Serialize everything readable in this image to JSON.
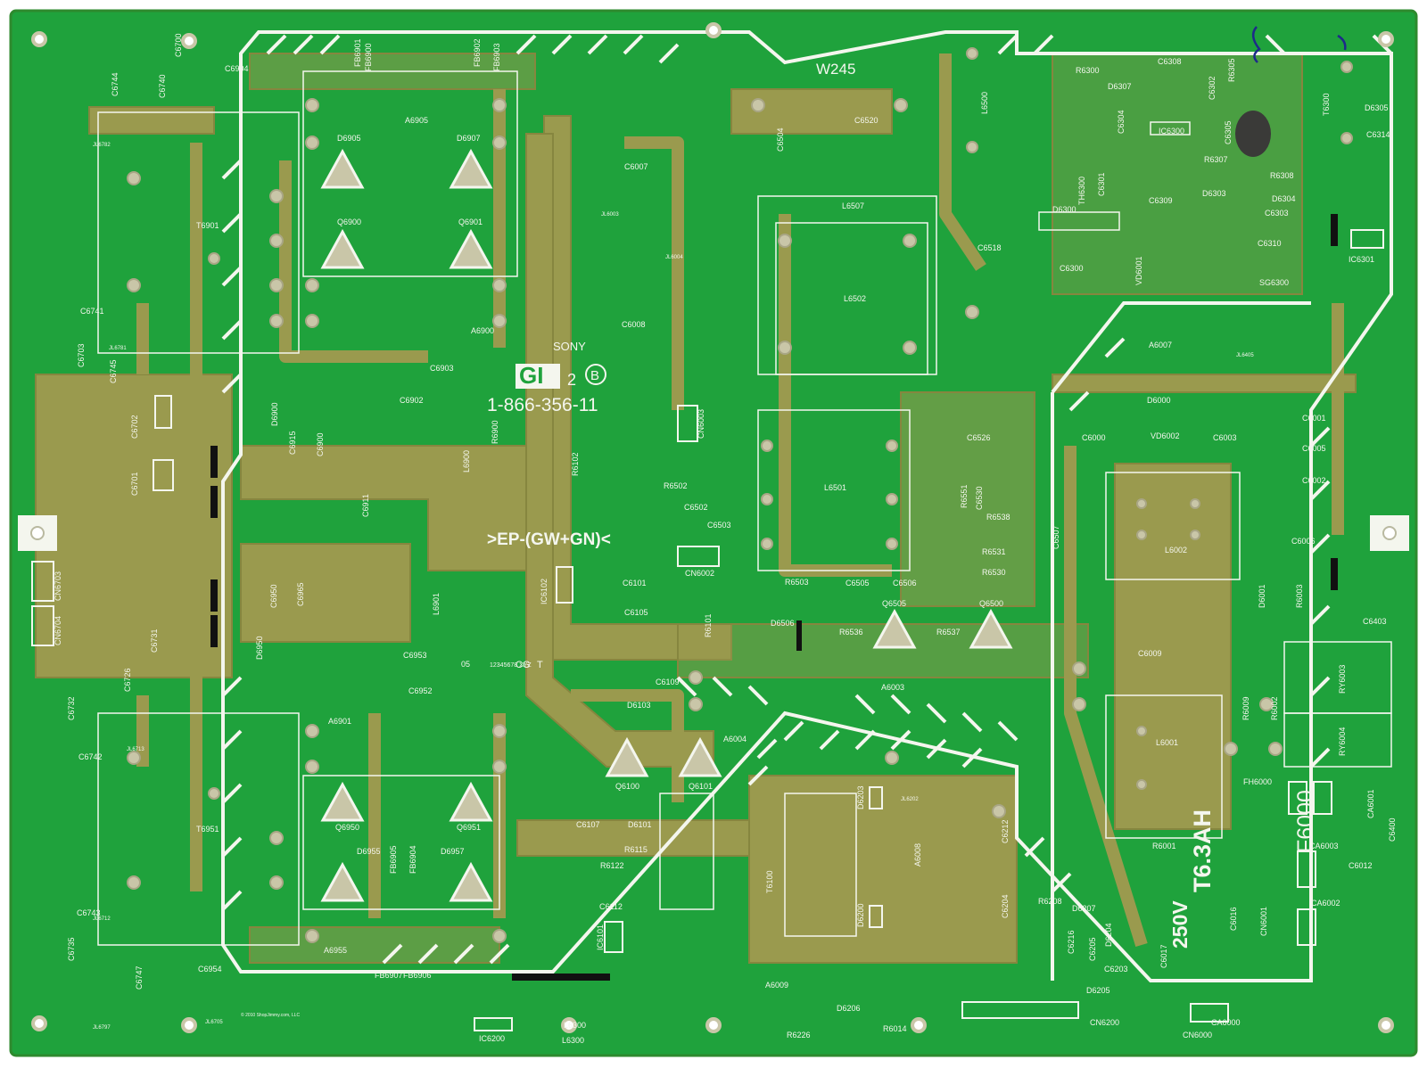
{
  "colors": {
    "board_green": "#1fa23c",
    "copper_olive": "#9a9a4e",
    "copper_dark": "#86863f",
    "silkscreen": "#f4f6ee",
    "pad": "#c9c6a8",
    "hole": "#6a6a55",
    "background": "#ffffff"
  },
  "board": {
    "maker": "SONY",
    "model": "GI",
    "revision": "2",
    "revision_mark": "B",
    "part_number": "1-866-356-11",
    "tag": "W245",
    "market": ">EP-(GW+GN)<",
    "marks": [
      "CG",
      "T"
    ],
    "fuse_rating": "T6.3AH",
    "fuse_voltage": "250V",
    "fuse_name": "F6000",
    "tiny_code": "12345678 XYZ",
    "year_code": "05",
    "copyright": "© 2010 ShopJimmy.com, LLC"
  },
  "labels": [
    {
      "id": "c6904",
      "text": "C6904"
    },
    {
      "id": "c6700",
      "text": "C6700"
    },
    {
      "id": "c6744",
      "text": "C6744"
    },
    {
      "id": "c6740",
      "text": "C6740"
    },
    {
      "id": "jl6782",
      "text": "JL6782"
    },
    {
      "id": "fb6901",
      "text": "FB6901"
    },
    {
      "id": "fb6900",
      "text": "FB6900"
    },
    {
      "id": "fb6902",
      "text": "FB6902"
    },
    {
      "id": "fb6903",
      "text": "FB6903"
    },
    {
      "id": "a6905",
      "text": "A6905"
    },
    {
      "id": "d6905",
      "text": "D6905"
    },
    {
      "id": "d6907",
      "text": "D6907"
    },
    {
      "id": "q6900",
      "text": "Q6900"
    },
    {
      "id": "q6901",
      "text": "Q6901"
    },
    {
      "id": "t6901",
      "text": "T6901"
    },
    {
      "id": "a6900",
      "text": "A6900"
    },
    {
      "id": "c6903",
      "text": "C6903"
    },
    {
      "id": "c6902",
      "text": "C6902"
    },
    {
      "id": "c6741",
      "text": "C6741"
    },
    {
      "id": "d6900",
      "text": "D6900"
    },
    {
      "id": "c6915",
      "text": "C6915"
    },
    {
      "id": "c6900",
      "text": "C6900"
    },
    {
      "id": "l6900",
      "text": "L6900"
    },
    {
      "id": "r6900",
      "text": "R6900"
    },
    {
      "id": "r6102",
      "text": "R6102"
    },
    {
      "id": "c6911",
      "text": "C6911"
    },
    {
      "id": "c6950",
      "text": "C6950"
    },
    {
      "id": "c6965",
      "text": "C6965"
    },
    {
      "id": "d6950",
      "text": "D6950"
    },
    {
      "id": "l6901",
      "text": "L6901"
    },
    {
      "id": "c6953",
      "text": "C6953"
    },
    {
      "id": "c6952",
      "text": "C6952"
    },
    {
      "id": "a6901",
      "text": "A6901"
    },
    {
      "id": "q6950",
      "text": "Q6950"
    },
    {
      "id": "q6951",
      "text": "Q6951"
    },
    {
      "id": "d6955",
      "text": "D6955"
    },
    {
      "id": "d6957",
      "text": "D6957"
    },
    {
      "id": "fb6905",
      "text": "FB6905"
    },
    {
      "id": "fb6904",
      "text": "FB6904"
    },
    {
      "id": "t6951",
      "text": "T6951"
    },
    {
      "id": "a6955",
      "text": "A6955"
    },
    {
      "id": "fb6907",
      "text": "FB6907"
    },
    {
      "id": "fb6906",
      "text": "FB6906"
    },
    {
      "id": "c6954",
      "text": "C6954"
    },
    {
      "id": "c6743",
      "text": "C6743"
    },
    {
      "id": "c6742",
      "text": "C6742"
    },
    {
      "id": "c6732",
      "text": "C6732"
    },
    {
      "id": "c6735",
      "text": "C6735"
    },
    {
      "id": "jl6797",
      "text": "JL6797"
    },
    {
      "id": "jl6705",
      "text": "JL6705"
    },
    {
      "id": "c6007",
      "text": "C6007"
    },
    {
      "id": "c6008",
      "text": "C6008"
    },
    {
      "id": "jl6003",
      "text": "JL6003"
    },
    {
      "id": "jl6004",
      "text": "JL6004"
    },
    {
      "id": "cn6003",
      "text": "CN6003"
    },
    {
      "id": "c6504",
      "text": "C6504"
    },
    {
      "id": "c6520",
      "text": "C6520"
    },
    {
      "id": "l6500",
      "text": "L6500"
    },
    {
      "id": "l6507",
      "text": "L6507"
    },
    {
      "id": "l6502",
      "text": "L6502"
    },
    {
      "id": "l6501",
      "text": "L6501"
    },
    {
      "id": "c6518",
      "text": "C6518"
    },
    {
      "id": "c6526",
      "text": "C6526"
    },
    {
      "id": "r6551",
      "text": "R6551"
    },
    {
      "id": "c6530",
      "text": "C6530"
    },
    {
      "id": "r6538",
      "text": "R6538"
    },
    {
      "id": "c6507",
      "text": "C6507"
    },
    {
      "id": "r6531",
      "text": "R6531"
    },
    {
      "id": "r6530",
      "text": "R6530"
    },
    {
      "id": "r6503",
      "text": "R6503"
    },
    {
      "id": "c6505",
      "text": "C6505"
    },
    {
      "id": "c6506",
      "text": "C6506"
    },
    {
      "id": "r6502",
      "text": "R6502"
    },
    {
      "id": "c6502",
      "text": "C6502"
    },
    {
      "id": "c6503",
      "text": "C6503"
    },
    {
      "id": "cn6002",
      "text": "CN6002"
    },
    {
      "id": "q6505",
      "text": "Q6505"
    },
    {
      "id": "q6500",
      "text": "Q6500"
    },
    {
      "id": "d6506",
      "text": "D6506"
    },
    {
      "id": "r6536",
      "text": "R6536"
    },
    {
      "id": "r6537",
      "text": "R6537"
    },
    {
      "id": "a6003",
      "text": "A6003"
    },
    {
      "id": "ic6102",
      "text": "IC6102"
    },
    {
      "id": "c6101",
      "text": "C6101"
    },
    {
      "id": "c6105",
      "text": "C6105"
    },
    {
      "id": "r6101",
      "text": "R6101"
    },
    {
      "id": "c6109",
      "text": "C6109"
    },
    {
      "id": "d6103",
      "text": "D6103"
    },
    {
      "id": "a6004",
      "text": "A6004"
    },
    {
      "id": "q6100",
      "text": "Q6100"
    },
    {
      "id": "q6101",
      "text": "Q6101"
    },
    {
      "id": "c6107",
      "text": "C6107"
    },
    {
      "id": "d6101",
      "text": "D6101"
    },
    {
      "id": "r6115",
      "text": "R6115"
    },
    {
      "id": "r6122",
      "text": "R6122"
    },
    {
      "id": "c6112",
      "text": "C6112"
    },
    {
      "id": "ic6101",
      "text": "IC6101"
    },
    {
      "id": "t6100",
      "text": "T6100"
    },
    {
      "id": "d6203",
      "text": "D6203"
    },
    {
      "id": "jl6202",
      "text": "JL6202"
    },
    {
      "id": "c6212",
      "text": "C6212"
    },
    {
      "id": "a6008",
      "text": "A6008"
    },
    {
      "id": "d6200",
      "text": "D6200"
    },
    {
      "id": "c6204",
      "text": "C6204"
    },
    {
      "id": "r6208",
      "text": "R6208"
    },
    {
      "id": "d6207",
      "text": "D6207"
    },
    {
      "id": "d6204",
      "text": "D6204"
    },
    {
      "id": "c6216",
      "text": "C6216"
    },
    {
      "id": "c6205",
      "text": "C6205"
    },
    {
      "id": "c6203",
      "text": "C6203"
    },
    {
      "id": "d6205",
      "text": "D6205"
    },
    {
      "id": "a6009",
      "text": "A6009"
    },
    {
      "id": "d6206",
      "text": "D6206"
    },
    {
      "id": "r6014",
      "text": "R6014"
    },
    {
      "id": "r6226",
      "text": "R6226"
    },
    {
      "id": "cn6200",
      "text": "CN6200"
    },
    {
      "id": "ic6200",
      "text": "IC6200"
    },
    {
      "id": "l6300_bot",
      "text": "L6300"
    },
    {
      "id": "r6300",
      "text": "R6300"
    },
    {
      "id": "c6308",
      "text": "C6308"
    },
    {
      "id": "c6302",
      "text": "C6302"
    },
    {
      "id": "r6305",
      "text": "R6305"
    },
    {
      "id": "d6307",
      "text": "D6307"
    },
    {
      "id": "c6304",
      "text": "C6304"
    },
    {
      "id": "ic6300",
      "text": "IC6300"
    },
    {
      "id": "c6305",
      "text": "C6305"
    },
    {
      "id": "t6300",
      "text": "T6300"
    },
    {
      "id": "d6305",
      "text": "D6305"
    },
    {
      "id": "c6314",
      "text": "C6314"
    },
    {
      "id": "r6307",
      "text": "R6307"
    },
    {
      "id": "r6308",
      "text": "R6308"
    },
    {
      "id": "th6300",
      "text": "TH6300"
    },
    {
      "id": "c6301",
      "text": "C6301"
    },
    {
      "id": "c6309",
      "text": "C6309"
    },
    {
      "id": "d6303",
      "text": "D6303"
    },
    {
      "id": "d6304",
      "text": "D6304"
    },
    {
      "id": "c6303",
      "text": "C6303"
    },
    {
      "id": "d6300",
      "text": "D6300"
    },
    {
      "id": "c6310",
      "text": "C6310"
    },
    {
      "id": "ic6301",
      "text": "IC6301"
    },
    {
      "id": "c6300",
      "text": "C6300"
    },
    {
      "id": "vd6001",
      "text": "VD6001"
    },
    {
      "id": "sg6300",
      "text": "SG6300"
    },
    {
      "id": "a6007",
      "text": "A6007"
    },
    {
      "id": "jl6405",
      "text": "JL6405"
    },
    {
      "id": "d6000",
      "text": "D6000"
    },
    {
      "id": "c6000",
      "text": "C6000"
    },
    {
      "id": "vd6002",
      "text": "VD6002"
    },
    {
      "id": "c6003",
      "text": "C6003"
    },
    {
      "id": "c6001",
      "text": "C6001"
    },
    {
      "id": "c6005",
      "text": "C6005"
    },
    {
      "id": "c6002",
      "text": "C6002"
    },
    {
      "id": "l6002",
      "text": "L6002"
    },
    {
      "id": "c6006",
      "text": "C6006"
    },
    {
      "id": "d6001",
      "text": "D6001"
    },
    {
      "id": "r6003",
      "text": "R6003"
    },
    {
      "id": "c6403",
      "text": "C6403"
    },
    {
      "id": "c6009",
      "text": "C6009"
    },
    {
      "id": "r6009",
      "text": "R6009"
    },
    {
      "id": "r6002",
      "text": "R6002"
    },
    {
      "id": "ry6003",
      "text": "RY6003"
    },
    {
      "id": "ry6004",
      "text": "RY6004"
    },
    {
      "id": "l6001",
      "text": "L6001"
    },
    {
      "id": "r6001",
      "text": "R6001"
    },
    {
      "id": "fh6000",
      "text": "FH6000"
    },
    {
      "id": "ca6001",
      "text": "CA6001"
    },
    {
      "id": "c6400",
      "text": "C6400"
    },
    {
      "id": "ca6003",
      "text": "CA6003"
    },
    {
      "id": "c6012",
      "text": "C6012"
    },
    {
      "id": "ca6002",
      "text": "CA6002"
    },
    {
      "id": "c6016",
      "text": "C6016"
    },
    {
      "id": "cn6001",
      "text": "CN6001"
    },
    {
      "id": "c6017",
      "text": "C6017"
    },
    {
      "id": "ca6000",
      "text": "CA6000"
    },
    {
      "id": "cn6000",
      "text": "CN6000"
    },
    {
      "id": "c6702",
      "text": "C6702"
    },
    {
      "id": "c6701",
      "text": "C6701"
    },
    {
      "id": "jl6781",
      "text": "JL6781"
    },
    {
      "id": "jl6713",
      "text": "JL6713"
    },
    {
      "id": "jl6712",
      "text": "JL6712"
    },
    {
      "id": "cn6703",
      "text": "CN6703"
    },
    {
      "id": "cn6704",
      "text": "CN6704"
    },
    {
      "id": "c6726",
      "text": "C6726"
    },
    {
      "id": "c6731",
      "text": "C6731"
    },
    {
      "id": "c6745",
      "text": "C6745"
    },
    {
      "id": "c6747",
      "text": "C6747"
    },
    {
      "id": "c6703",
      "text": "C6703"
    },
    {
      "id": "l6300",
      "text": "L6300"
    }
  ]
}
